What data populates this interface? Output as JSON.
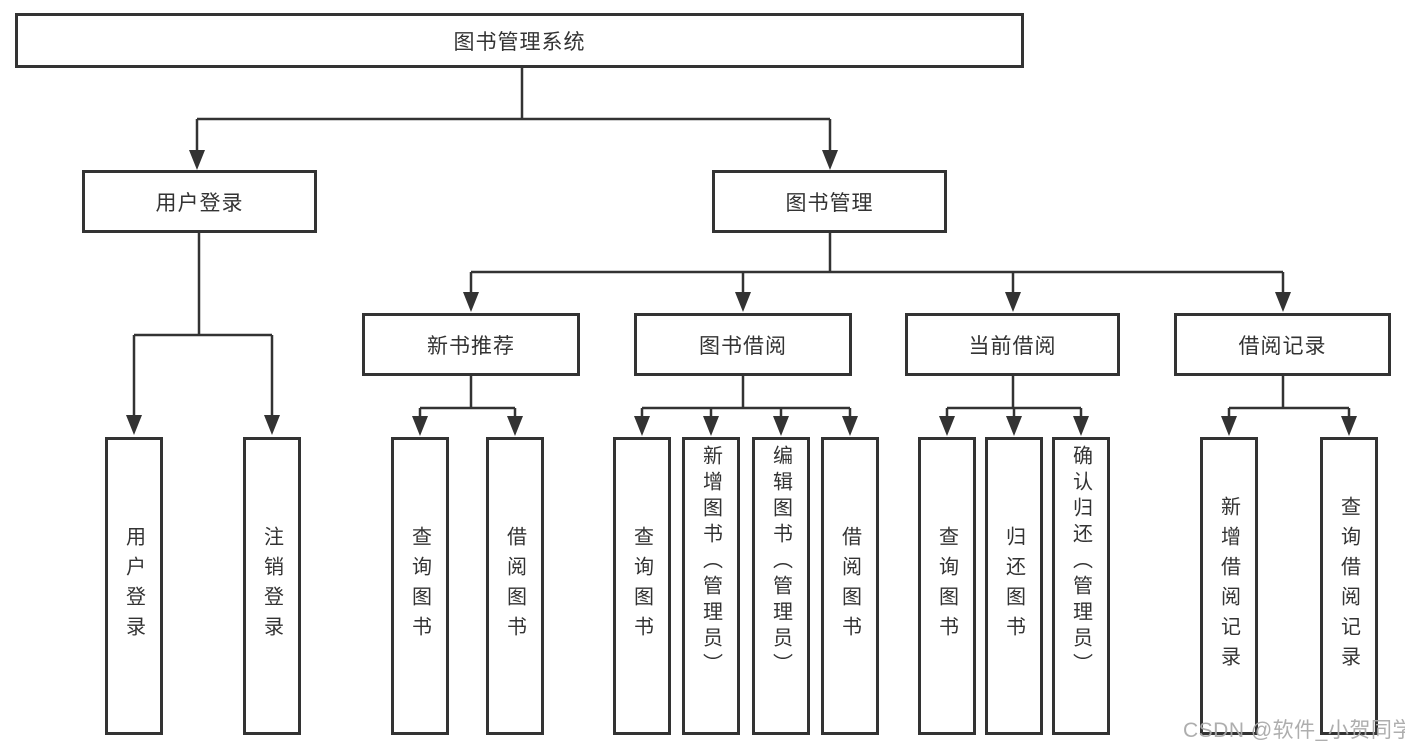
{
  "diagram": {
    "root": "图书管理系统",
    "level1": {
      "user_login": "用户登录",
      "book_mgmt": "图书管理"
    },
    "level2": {
      "new_book_rec": "新书推荐",
      "book_borrow": "图书借阅",
      "current_borrow": "当前借阅",
      "borrow_record": "借阅记录"
    },
    "leaves": {
      "ul_login": "用户登录",
      "ul_logout": "注销登录",
      "nb_query": "查询图书",
      "nb_borrow": "借阅图书",
      "bb_query": "查询图书",
      "bb_add": "新增图书（管理员）",
      "bb_edit": "编辑图书（管理员）",
      "bb_borrow": "借阅图书",
      "cb_query": "查询图书",
      "cb_return": "归还图书",
      "cb_confirm": "确认归还（管理员）",
      "br_add": "新增借阅记录",
      "br_query": "查询借阅记录"
    }
  },
  "watermark": "CSDN @软件_小贺同学",
  "colors": {
    "line": "#333333",
    "text": "#333333",
    "watermark": "#aaaaaa",
    "background": "#ffffff"
  }
}
